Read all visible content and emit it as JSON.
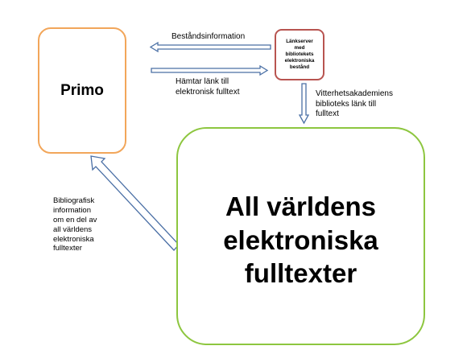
{
  "nodes": {
    "primo": "Primo",
    "link_server": "Länkserver\nmed\nbibliotekets\nelektroniska\nbestånd",
    "world": "All världens\nelektroniska\nfulltexter"
  },
  "edges": {
    "holdings": "Beståndsinformation",
    "fetch_link": "Hämtar länk till\nelektronisk fulltext",
    "academy_link": "Vitterhetsakademiens\nbiblioteks länk till\nfulltext",
    "bibliographic": "Bibliografisk\ninformation\nom  en del av\nall världens\nelektroniska\nfulltexter"
  },
  "colors": {
    "primo_border": "#f2a65a",
    "link_server_border": "#b85450",
    "world_border": "#8dc63f",
    "arrow_stroke": "#4a6fa5"
  }
}
